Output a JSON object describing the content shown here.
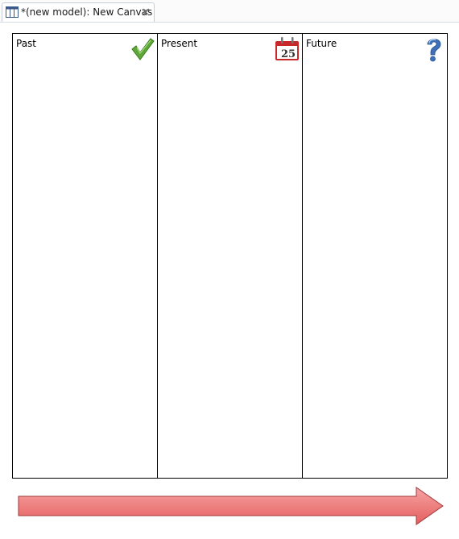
{
  "tab": {
    "title": "*(new model): New Canvas",
    "icon": "canvas-icon",
    "close_icon": "close-icon"
  },
  "columns": [
    {
      "label": "Past",
      "icon": "checkmark-icon"
    },
    {
      "label": "Present",
      "icon": "calendar-icon",
      "icon_text": "25"
    },
    {
      "label": "Future",
      "icon": "question-mark-icon"
    }
  ],
  "arrow": {
    "icon": "right-arrow-icon",
    "color": "#ee7373"
  }
}
